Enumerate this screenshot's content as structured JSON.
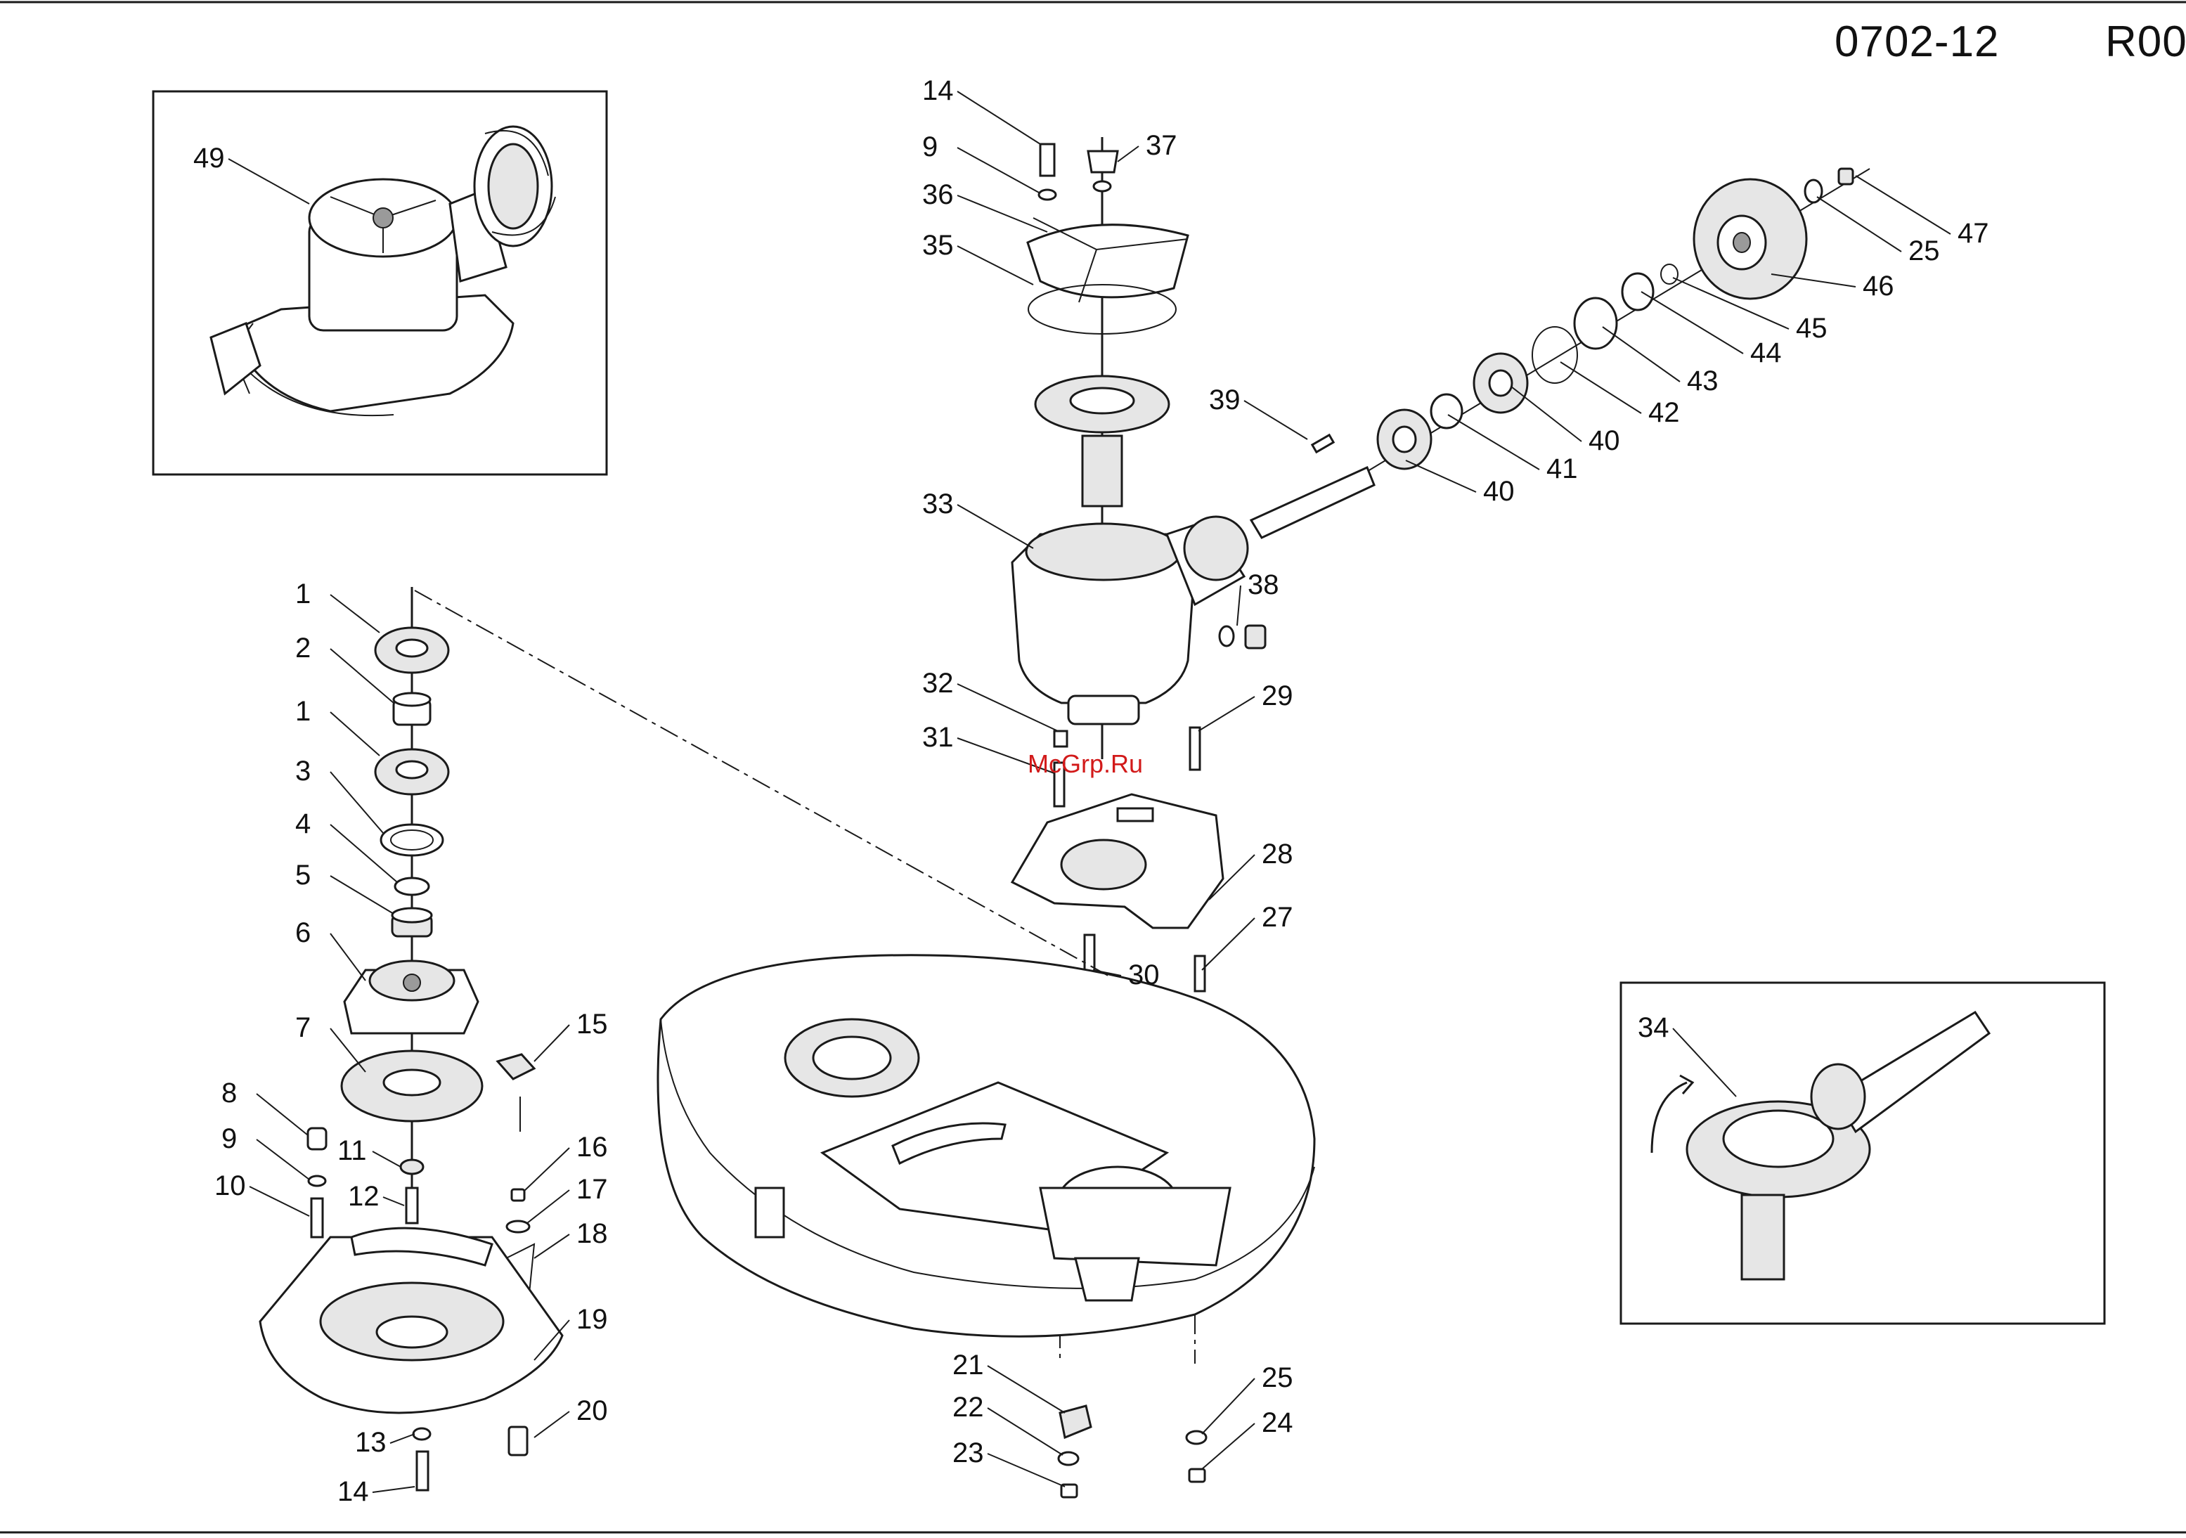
{
  "header": {
    "document_code": "0702-12",
    "revision": "R00"
  },
  "watermark": "McGrp.Ru",
  "callouts": [
    "1",
    "2",
    "1",
    "3",
    "4",
    "5",
    "6",
    "7",
    "8",
    "9",
    "10",
    "11",
    "12",
    "13",
    "14",
    "15",
    "16",
    "17",
    "18",
    "19",
    "20",
    "14",
    "9",
    "36",
    "35",
    "37",
    "33",
    "39",
    "40",
    "41",
    "40",
    "42",
    "43",
    "44",
    "45",
    "46",
    "25",
    "47",
    "38",
    "32",
    "31",
    "29",
    "28",
    "27",
    "30",
    "21",
    "22",
    "23",
    "25",
    "24",
    "49",
    "34"
  ],
  "colors": {
    "line": "#1a1a1a",
    "watermark": "#d21a1a",
    "background": "#ffffff"
  }
}
